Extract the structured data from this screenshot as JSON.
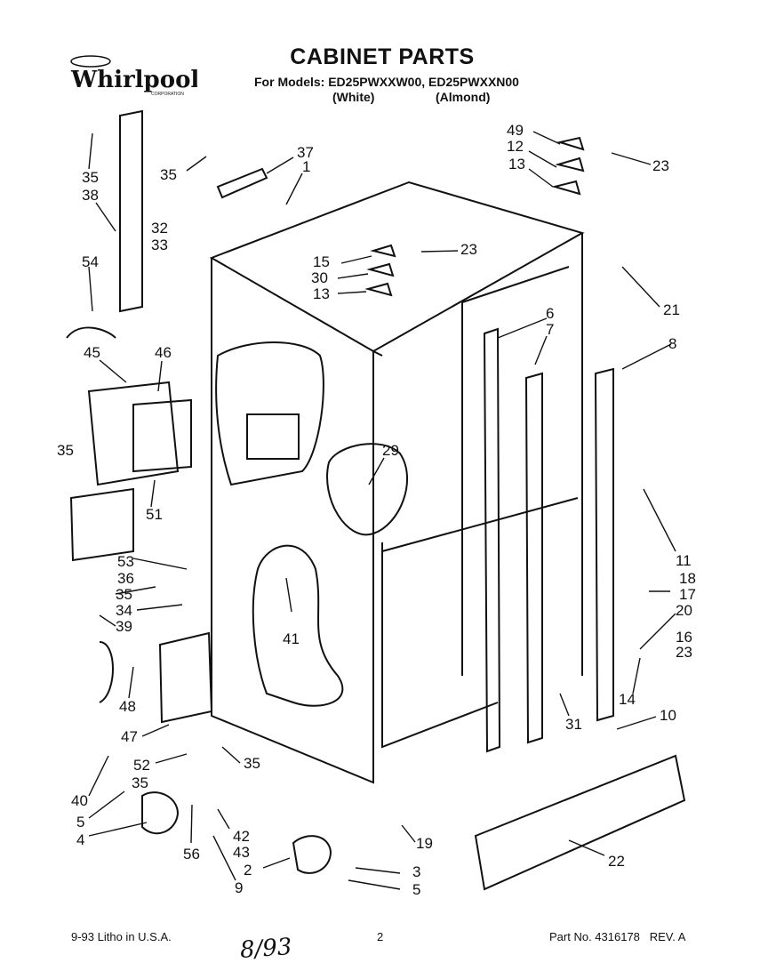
{
  "brand": "Whirlpool",
  "brand_sub": "CORPORATION",
  "title": "CABINET PARTS",
  "models_line": "For Models: ED25PWXXW00, ED25PWXXN00",
  "variants": [
    "(White)",
    "(Almond)"
  ],
  "footer": {
    "left": "9-93 Litho in U.S.A.",
    "page": "2",
    "right": "Part No. 4316178   REV. A",
    "handwritten": "8/93"
  },
  "callouts": [
    "35",
    "38",
    "37",
    "1",
    "35",
    "49",
    "12",
    "13",
    "23",
    "54",
    "32",
    "33",
    "15",
    "30",
    "13",
    "23",
    "21",
    "45",
    "46",
    "6",
    "7",
    "8",
    "35",
    "29",
    "51",
    "11",
    "18",
    "53",
    "36",
    "35",
    "34",
    "17",
    "20",
    "39",
    "41",
    "16",
    "23",
    "48",
    "14",
    "10",
    "31",
    "47",
    "52",
    "35",
    "40",
    "35",
    "5",
    "4",
    "56",
    "42",
    "43",
    "19",
    "22",
    "2",
    "3",
    "9",
    "5"
  ]
}
